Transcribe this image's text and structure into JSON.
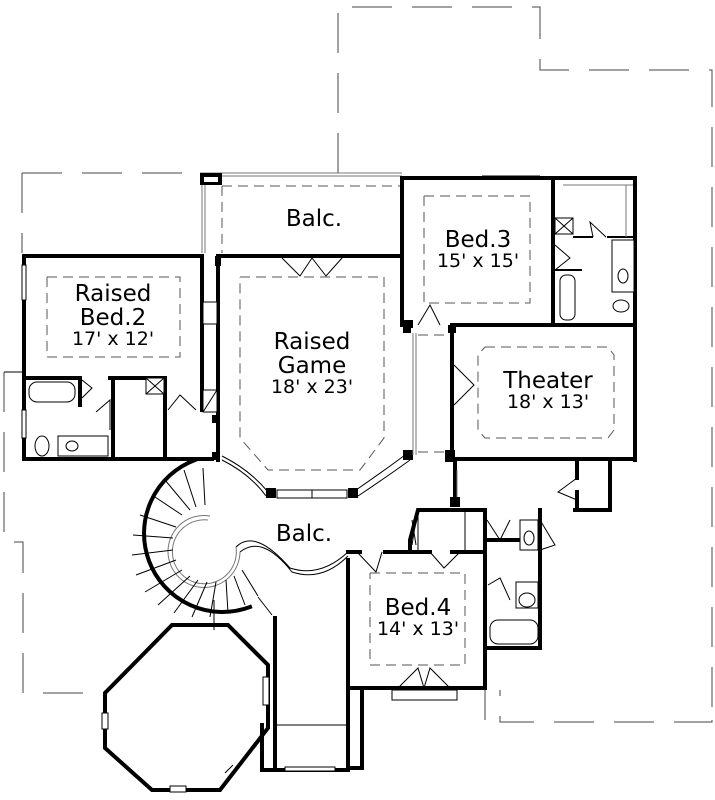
{
  "plan": {
    "rooms": [
      {
        "id": "balc-top",
        "name": "Balc.",
        "dim": ""
      },
      {
        "id": "bed3",
        "name": "Bed.3",
        "dim": "15' x 15'"
      },
      {
        "id": "bed2",
        "name": "Raised\nBed.2",
        "name_line1": "Raised",
        "name_line2": "Bed.2",
        "dim": "17' x 12'"
      },
      {
        "id": "game",
        "name_line1": "Raised",
        "name_line2": "Game",
        "dim": "18' x 23'"
      },
      {
        "id": "theater",
        "name": "Theater",
        "dim": "18' x 13'"
      },
      {
        "id": "balc-lower",
        "name": "Balc.",
        "dim": ""
      },
      {
        "id": "bed4",
        "name": "Bed.4",
        "dim": "14' x 13'"
      }
    ],
    "colors": {
      "wall": "#000000",
      "background": "#ffffff",
      "dashed": "#555555"
    }
  }
}
